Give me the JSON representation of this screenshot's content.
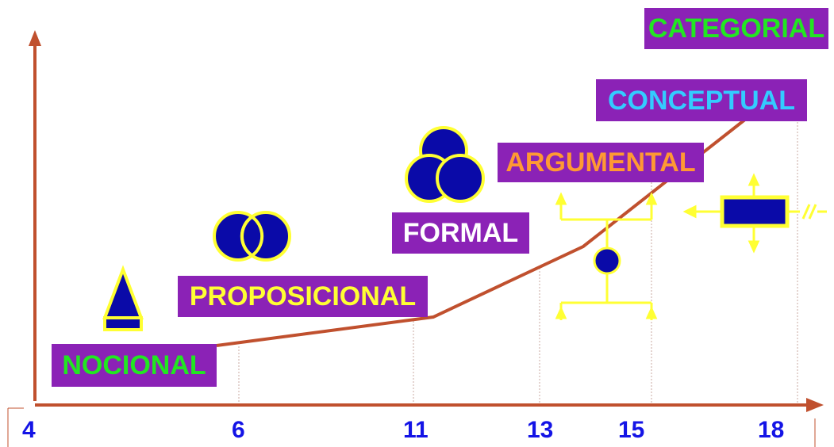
{
  "stages": [
    {
      "id": "nocional",
      "label": "NOCIONAL",
      "color": "#22e622"
    },
    {
      "id": "proposicional",
      "label": "PROPOSICIONAL",
      "color": "#ffff33"
    },
    {
      "id": "formal",
      "label": "FORMAL",
      "color": "#ffffff"
    },
    {
      "id": "argumental",
      "label": "ARGUMENTAL",
      "color": "#ff9933"
    },
    {
      "id": "conceptual",
      "label": "CONCEPTUAL",
      "color": "#33ccff"
    },
    {
      "id": "categorial",
      "label": "CATEGORIAL",
      "color": "#22e622"
    }
  ],
  "ages": [
    "4",
    "6",
    "11",
    "13",
    "15",
    "18"
  ],
  "colors": {
    "axis": "#c0502e",
    "box": "#8b22b6",
    "shape_fill": "#0a0aa8",
    "shape_stroke": "#ffff33",
    "tick": "#1414e6",
    "guide": "#c8a8a0"
  },
  "icons": [
    "triangle-icon",
    "two-circles-icon",
    "three-circles-icon",
    "argument-tree-icon",
    "concept-box-icon"
  ]
}
